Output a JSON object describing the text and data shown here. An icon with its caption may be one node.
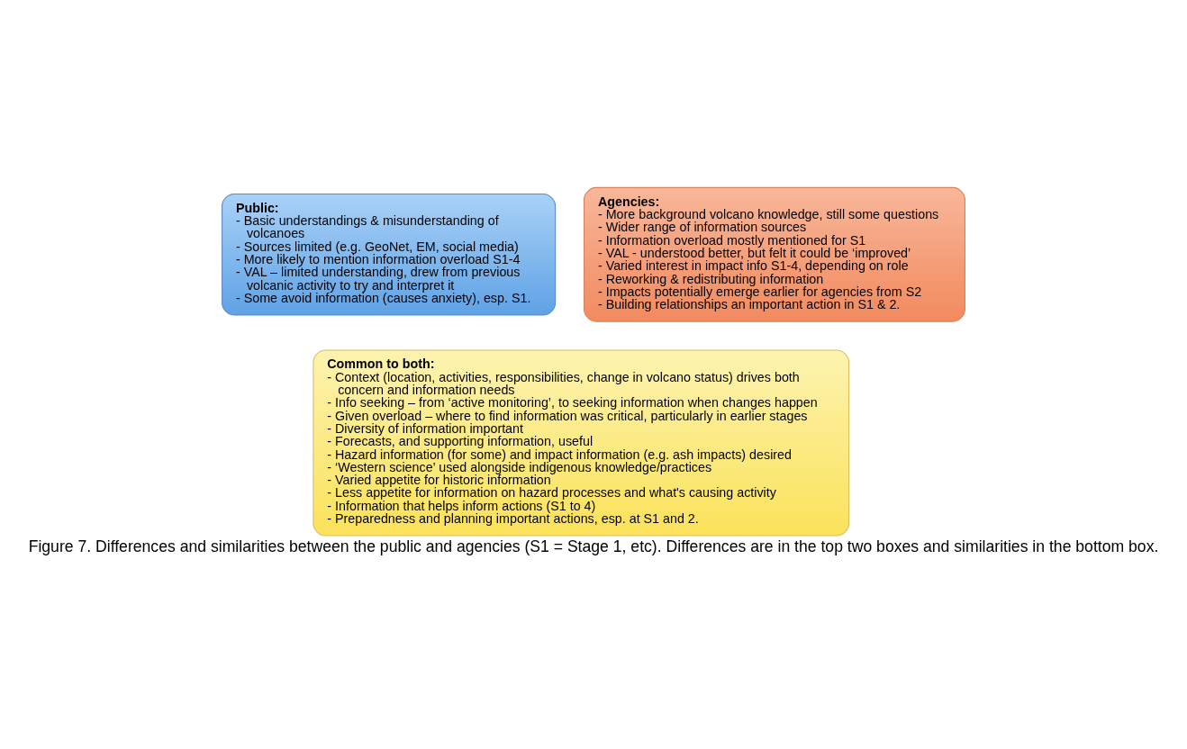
{
  "diagram": {
    "caption": "Figure 7. Differences and similarities between the public and agencies (S1 = Stage 1, etc). Differences are in the top two boxes and similarities in the bottom box.",
    "nodes": [
      {
        "text": [
          "Public:",
          "- Basic understandings & misunderstanding of volcanoes",
          "- Sources limited (e.g. GeoNet, EM, social media)",
          "- More likely to mention information overload S1-4",
          "- VAL – limited understanding, drew from previous volcanic activity to try and interpret it",
          "- Some avoid information (causes anxiety), esp. S1."
        ]
      },
      {
        "text": [
          "Agencies:",
          "- More background volcano knowledge, still some questions",
          "- Wider range of information sources",
          "- Information overload mostly mentioned for S1",
          "- VAL - understood better, but felt it could be ‘improved’",
          "- Varied interest in impact info S1-4, depending on role",
          "- Reworking & redistributing information",
          "- Impacts potentially emerge earlier for agencies from S2",
          "- Building relationships an important action in S1 & 2."
        ]
      },
      {
        "text": [
          "Common to both:",
          "- Context (location, activities, responsibilities, change in volcano status) drives both concern and information needs",
          "- Info seeking – from ‘active monitoring’, to seeking information when changes happen",
          "- Given overload – where to find information was critical, particularly in earlier stages",
          "- Diversity of information important",
          "- Forecasts, and supporting information, useful",
          "- Hazard information (for some) and impact information (e.g. ash impacts) desired",
          "- ‘Western science’ used alongside indigenous knowledge/practices",
          "- Varied appetite for historic information",
          "- Less appetite for information on hazard processes and what's causing activity",
          "- Information that helps inform actions (S1 to 4)",
          "- Preparedness and planning important actions, esp. at S1 and 2."
        ]
      }
    ],
    "edges": []
  }
}
